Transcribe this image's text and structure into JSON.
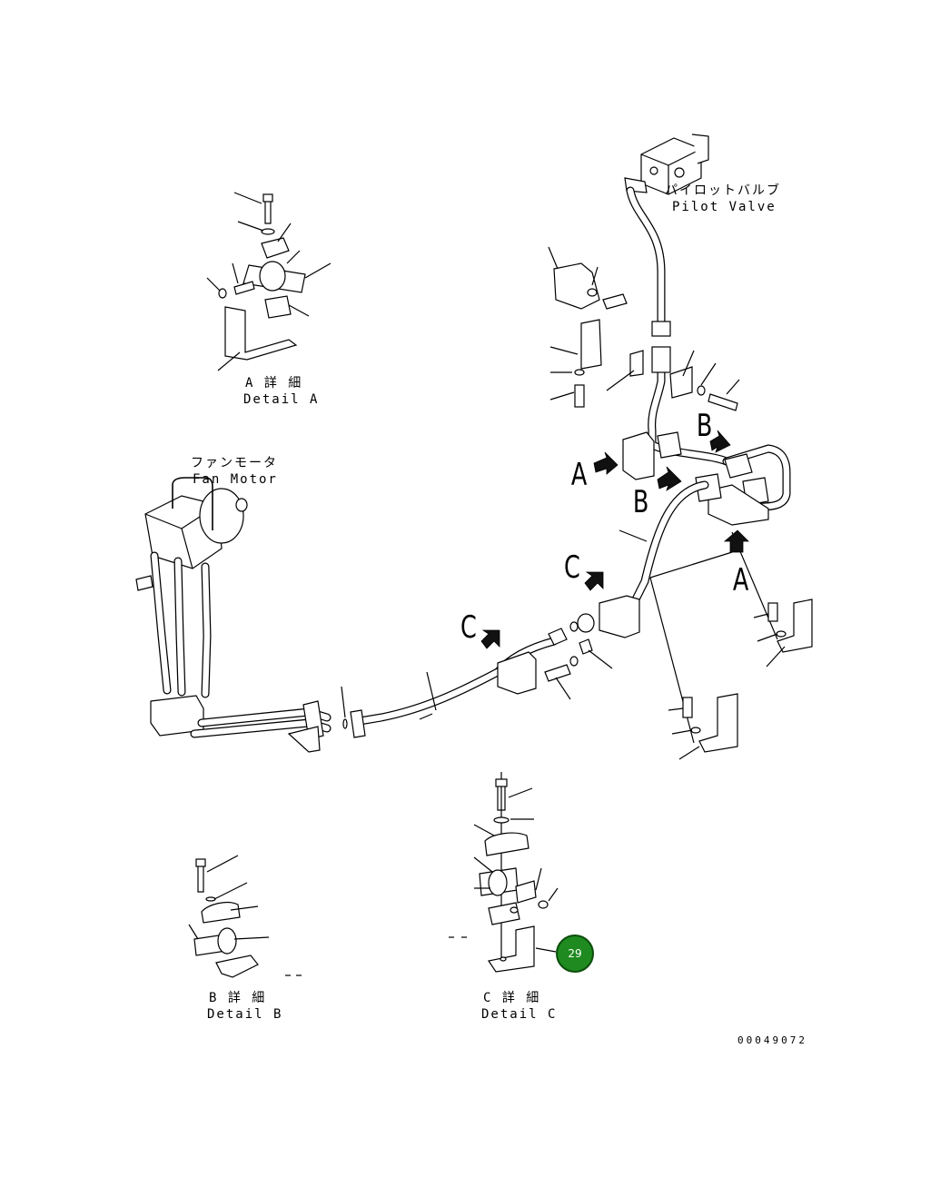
{
  "labels": {
    "pilot_valve_jp": "パイロットバルブ",
    "pilot_valve_en": "Pilot Valve",
    "fan_motor_jp": "ファンモータ",
    "fan_motor_en": "Fan Motor",
    "detail_a_jp": "A 詳 細",
    "detail_a_en": "Detail A",
    "detail_b_jp": "B 詳 細",
    "detail_b_en": "Detail B",
    "detail_c_jp": "C 詳 細",
    "detail_c_en": "Detail C"
  },
  "view_letters": {
    "a1": "A",
    "a2": "A",
    "b1": "B",
    "b2": "B",
    "c1": "C",
    "c2": "C"
  },
  "callout_badge": "29",
  "drawing_number": "00049072",
  "colors": {
    "badge_fill": "#1f8a1f",
    "line": "#000000",
    "background": "#ffffff"
  }
}
